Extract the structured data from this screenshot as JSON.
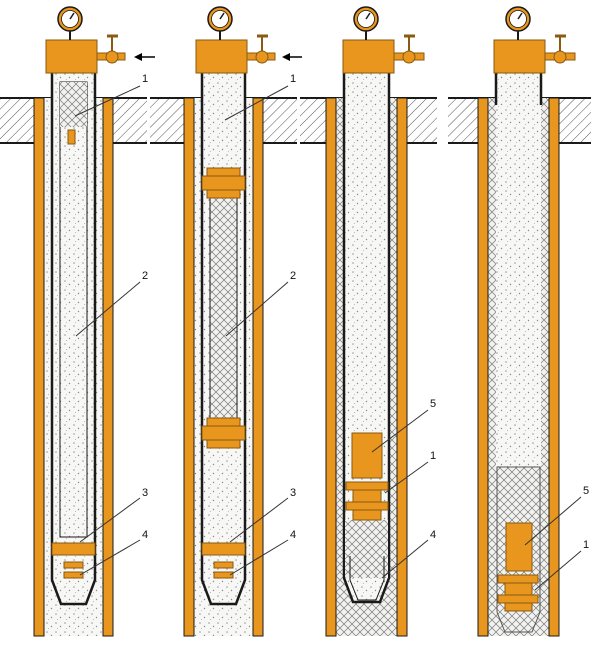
{
  "colors": {
    "orange": "#E8961E",
    "orange_dark": "#8A5A10",
    "outline": "#1a1a1a",
    "hatch": "#555555",
    "cement_dots": "#9a9a9a",
    "mesh": "#777777",
    "arrow": "#000000"
  },
  "icons": {
    "gauge": "pressure-gauge-icon",
    "valve": "valve-icon",
    "arrow": "flow-arrow-icon"
  },
  "panels": [
    {
      "id": "a",
      "flow_arrow": true,
      "labels": [
        {
          "text": "1",
          "ref": "tubing-top"
        },
        {
          "text": "2",
          "ref": "cement-column"
        },
        {
          "text": "3",
          "ref": "shoe-ring"
        },
        {
          "text": "4",
          "ref": "float-valve"
        }
      ]
    },
    {
      "id": "b",
      "flow_arrow": true,
      "labels": [
        {
          "text": "1",
          "ref": "tubing-top"
        },
        {
          "text": "2",
          "ref": "plug-column"
        },
        {
          "text": "3",
          "ref": "shoe-ring"
        },
        {
          "text": "4",
          "ref": "float-valve"
        }
      ]
    },
    {
      "id": "c",
      "flow_arrow": false,
      "labels": [
        {
          "text": "5",
          "ref": "packer-plug"
        },
        {
          "text": "1",
          "ref": "plug-rings"
        },
        {
          "text": "4",
          "ref": "shoe"
        }
      ]
    },
    {
      "id": "d",
      "flow_arrow": false,
      "labels": [
        {
          "text": "5",
          "ref": "packer-plug"
        },
        {
          "text": "1",
          "ref": "plug-rings"
        }
      ]
    }
  ]
}
